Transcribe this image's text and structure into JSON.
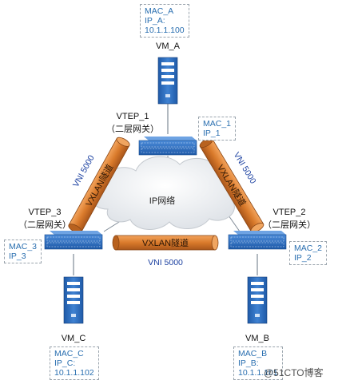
{
  "diagram": {
    "cloud_label": "IP网络",
    "vm_a": {
      "name": "VM_A",
      "mac": "MAC_A",
      "ip_label": "IP_A:",
      "ip": "10.1.1.100"
    },
    "vm_b": {
      "name": "VM_B",
      "mac": "MAC_B",
      "ip_label": "IP_B:",
      "ip": "10.1.1.101"
    },
    "vm_c": {
      "name": "VM_C",
      "mac": "MAC_C",
      "ip_label": "IP_C:",
      "ip": "10.1.1.102"
    },
    "vtep_1": {
      "name": "VTEP_1",
      "role": "（二层网关）",
      "mac": "MAC_1",
      "ip": "IP_1"
    },
    "vtep_2": {
      "name": "VTEP_2",
      "role": "（二层网关）",
      "mac": "MAC_2",
      "ip": "IP_2"
    },
    "vtep_3": {
      "name": "VTEP_3",
      "role": "（二层网关）",
      "mac": "MAC_3",
      "ip": "IP_3"
    },
    "tunnel_label": "VXLAN隧道",
    "vni_label": "VNI 5000",
    "watermark": "@51CTO博客",
    "colors": {
      "tunnel": "#d97a2b",
      "switch": "#2f6fc0",
      "server": "#2a66b8",
      "text_blue": "#2a6fb0",
      "vni_text": "#1a3fa0"
    }
  }
}
